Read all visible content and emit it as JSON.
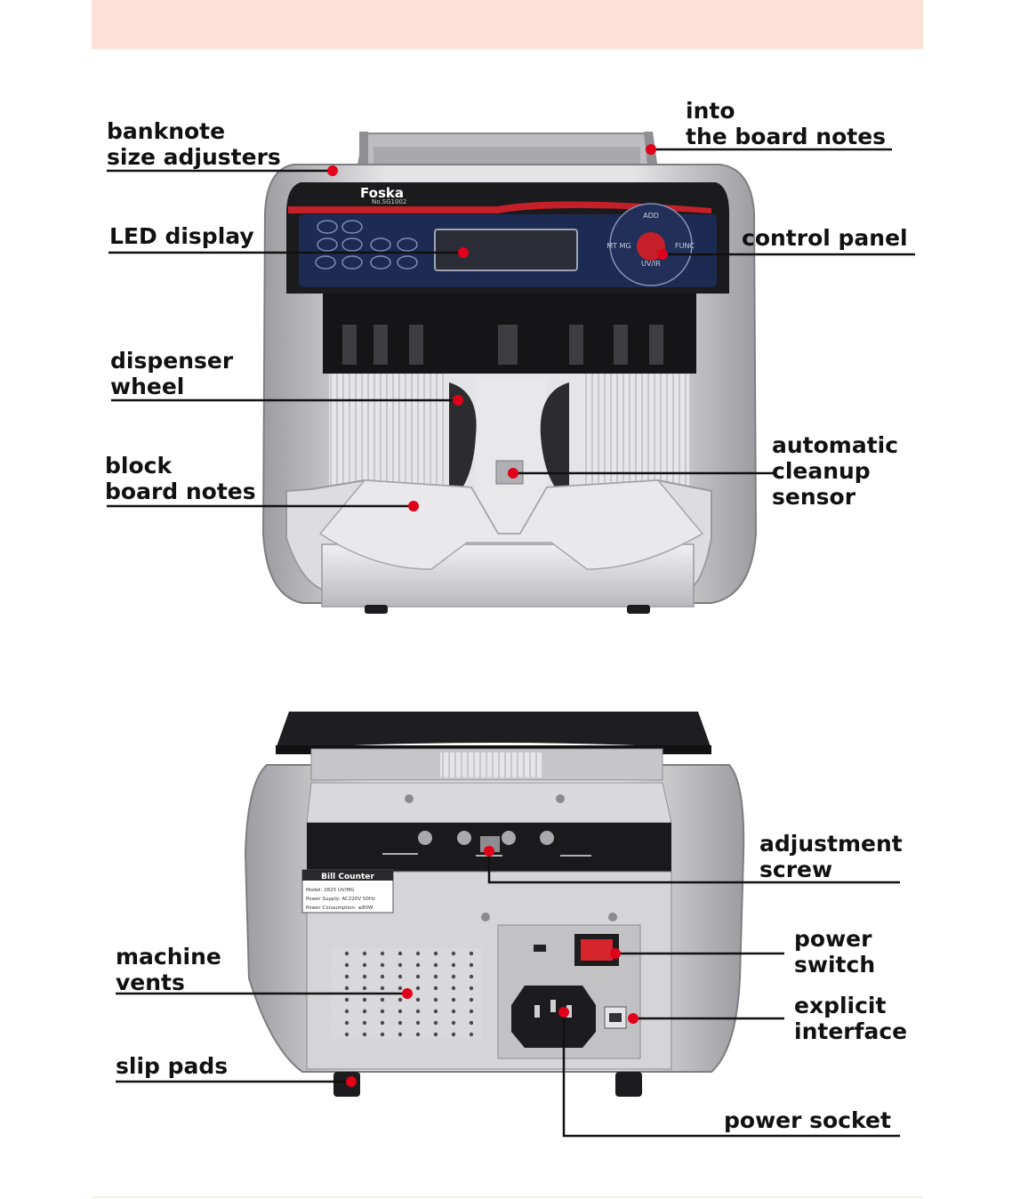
{
  "colors": {
    "header_band": "#fde0d6",
    "leader_line": "#111111",
    "marker_dot": "#e00019",
    "machine_silver": "#c9c9cb",
    "machine_dark": "#2a2a2c",
    "panel_navy": "#1d2a52",
    "accent_red": "#c5202a"
  },
  "front_view": {
    "brand": "Foska",
    "model_text": "No.SG1002",
    "panel_buttons": [
      "ADD",
      "MT MG",
      "FUNC",
      "UV/IR"
    ],
    "labels": {
      "size_adjusters": [
        "banknote",
        "size adjusters"
      ],
      "board_notes_into": [
        "into",
        "the board notes"
      ],
      "led_display": [
        "LED display"
      ],
      "control_panel": [
        "control panel"
      ],
      "dispenser_wheel": [
        "dispenser",
        "wheel"
      ],
      "cleanup_sensor": [
        "automatic",
        "cleanup",
        "sensor"
      ],
      "block_board_notes": [
        "block",
        "board notes"
      ]
    }
  },
  "back_view": {
    "sticker": {
      "title": "Bill  Counter",
      "rows": [
        "Model: 2825     UV/MG",
        "Power Supply: AC220V  50Hz",
        "Power Consumption: ≤80W"
      ]
    },
    "labels": {
      "adjustment_screw": [
        "adjustment",
        "screw"
      ],
      "machine_vents": [
        "machine",
        "vents"
      ],
      "power_switch": [
        "power",
        "switch"
      ],
      "explicit_interface": [
        "explicit",
        "interface"
      ],
      "slip_pads": [
        "slip pads"
      ],
      "power_socket": [
        "power socket"
      ]
    }
  }
}
